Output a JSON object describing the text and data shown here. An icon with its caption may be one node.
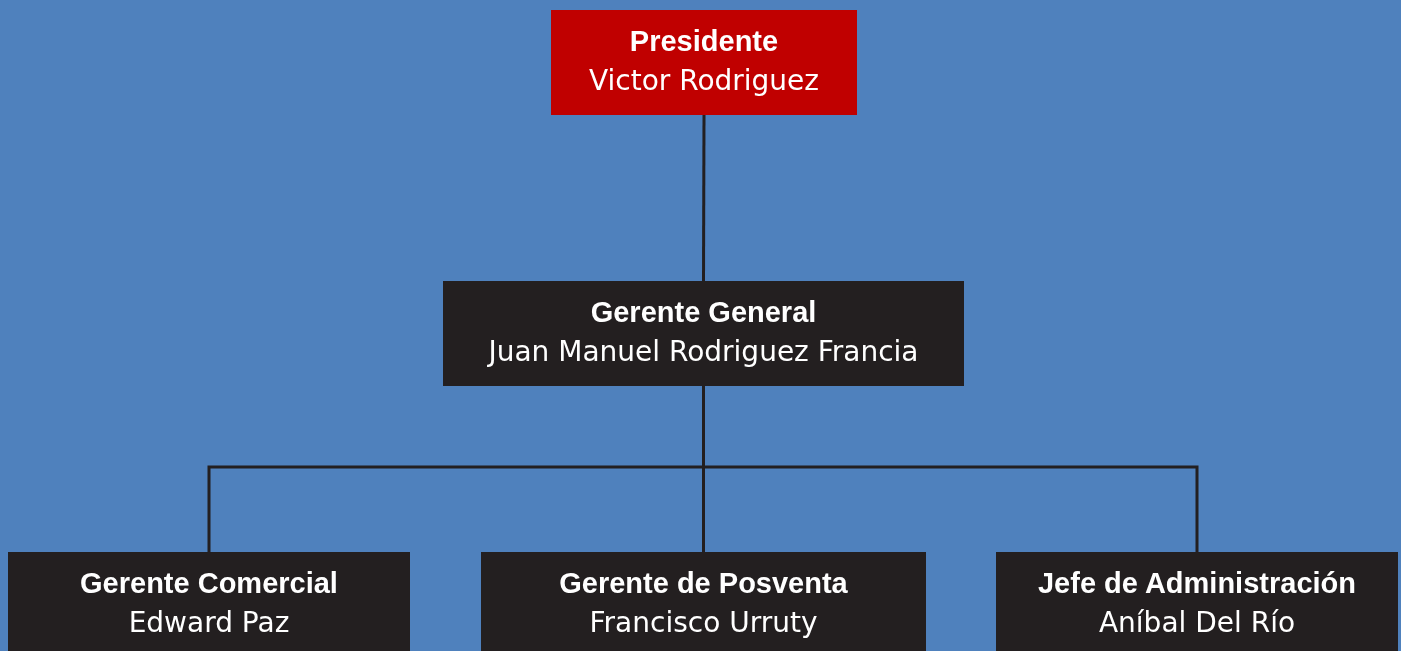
{
  "diagram": {
    "nodes": [
      {
        "text": [
          "Presidente",
          "Victor Rodriguez"
        ]
      },
      {
        "text": [
          "Gerente General",
          "Juan Manuel Rodriguez Francia"
        ]
      },
      {
        "text": [
          "Gerente Comercial",
          "Edward Paz"
        ]
      },
      {
        "text": [
          "Gerente de Posventa",
          "Francisco Urruty"
        ]
      },
      {
        "text": [
          "Jefe de Administración",
          "Aníbal Del Río"
        ]
      }
    ],
    "edges": [
      {
        "from": 0,
        "to": 1,
        "arrow": "none"
      },
      {
        "from": 1,
        "to": 2,
        "arrow": "none"
      },
      {
        "from": 1,
        "to": 3,
        "arrow": "none"
      },
      {
        "from": 1,
        "to": 4,
        "arrow": "none"
      }
    ]
  }
}
